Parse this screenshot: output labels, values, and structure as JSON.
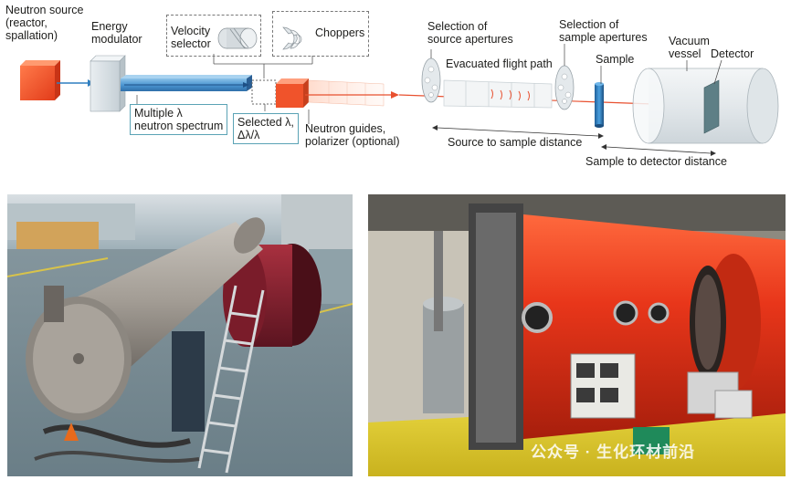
{
  "diagram": {
    "neutron_source": [
      "Neutron source",
      "(reactor,",
      "spallation)"
    ],
    "energy_modulator": [
      "Energy",
      "modulator"
    ],
    "velocity_selector": [
      "Velocity",
      "selector"
    ],
    "choppers": "Choppers",
    "multiple_lambda": [
      "Multiple λ",
      "neutron spectrum"
    ],
    "selected_lambda": [
      "Selected λ,",
      "Δλ/λ"
    ],
    "neutron_guides": [
      "Neutron guides,",
      "polarizer (optional)"
    ],
    "source_apertures": [
      "Selection of",
      "source apertures"
    ],
    "flight_path": "Evacuated flight path",
    "sample_apertures": [
      "Selection of",
      "sample apertures"
    ],
    "sample": "Sample",
    "vacuum_vessel": [
      "Vacuum",
      "vessel"
    ],
    "detector": "Detector",
    "source_to_sample": "Source to sample distance",
    "sample_to_detector": "Sample to detector distance"
  },
  "watermark": {
    "text": "公众号 · 生化环材前沿"
  },
  "colors": {
    "beam_blue": "#2f7fc1",
    "beam_red": "#e8502f",
    "source_orange": "#f0532b",
    "frame_teal": "#5aa3b5"
  }
}
